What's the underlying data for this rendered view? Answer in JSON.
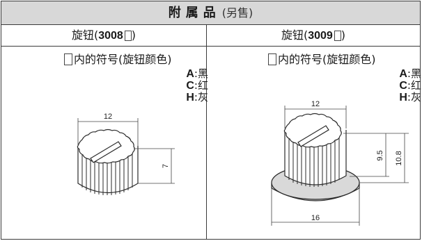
{
  "title": {
    "main": "附属品",
    "sub": "(另售)"
  },
  "columns": [
    {
      "prefix": "旋钮(",
      "model": "3008",
      "suffix": ")"
    },
    {
      "prefix": "旋钮(",
      "model": "3009",
      "suffix": ")"
    }
  ],
  "note": "内的符号(旋钮颜色)",
  "colors": [
    {
      "code": "A",
      "sep": ":",
      "name": "黑"
    },
    {
      "code": "C",
      "sep": ":",
      "name": "红"
    },
    {
      "code": "H",
      "sep": ":",
      "name": "灰"
    }
  ],
  "dims_3008": {
    "width": "12",
    "height": "7"
  },
  "dims_3009": {
    "width": "12",
    "knob_height": "9.5",
    "total_height": "10.8",
    "base_width": "16"
  },
  "drawing_colors": {
    "line": "#2a2a2a",
    "shade": "#cfcfcf",
    "dim": "#444444"
  }
}
